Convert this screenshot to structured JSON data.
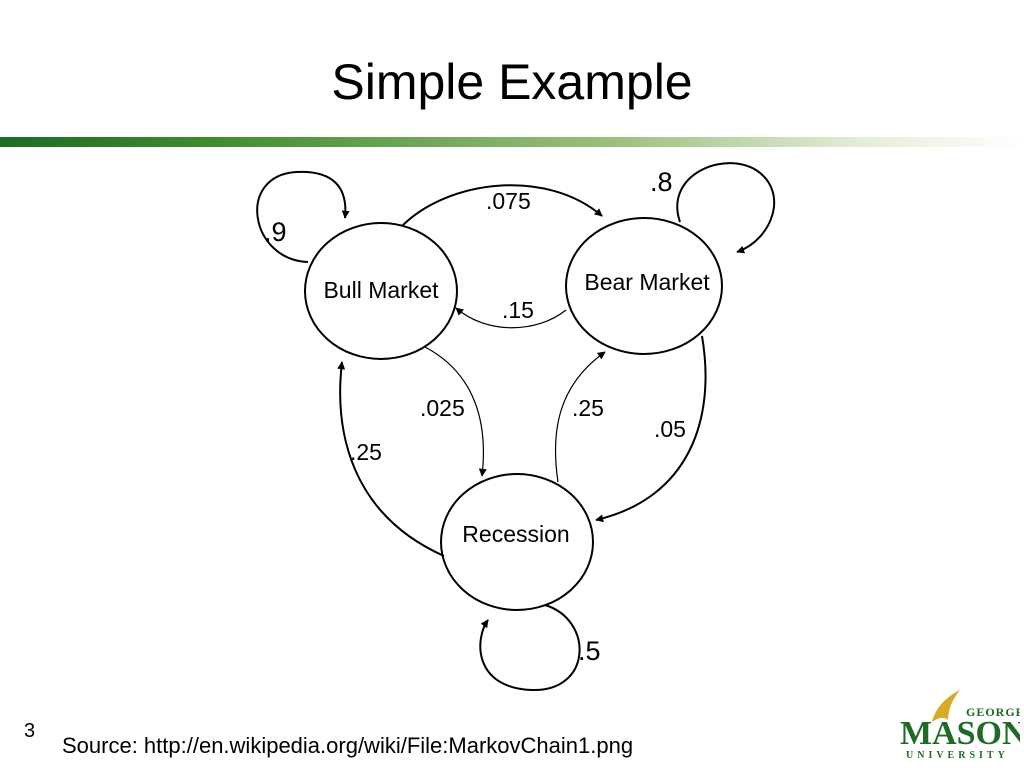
{
  "slide": {
    "title": "Simple Example",
    "number": "3",
    "source": "Source: http://en.wikipedia.org/wiki/File:MarkovChain1.png"
  },
  "diagram": {
    "nodes": {
      "bull": "Bull Market",
      "bear": "Bear Market",
      "recession": "Recession"
    },
    "transitions": {
      "bull_to_bull": ".9",
      "bull_to_bear": ".075",
      "bull_to_recession": ".025",
      "bear_to_bear": ".8",
      "bear_to_bull": ".15",
      "bear_to_recession": ".05",
      "recession_to_recession": ".5",
      "recession_to_bull": ".25",
      "recession_to_bear": ".25"
    }
  },
  "logo": {
    "line1": "GEORGE",
    "line2": "MASON",
    "line3": "UNIVERSITY",
    "colors": {
      "green": "#1f6b25",
      "gold": "#d9a928"
    }
  }
}
